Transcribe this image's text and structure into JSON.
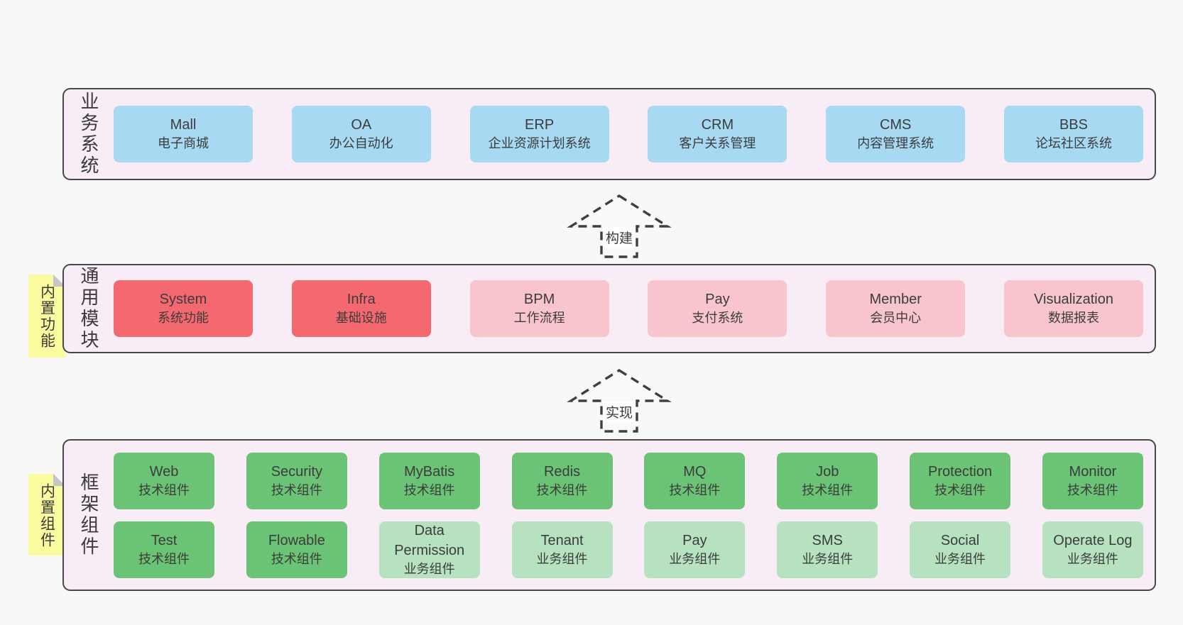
{
  "colors": {
    "page_bg": "#f8f8f8",
    "band_bg": "#f8edf6",
    "band_border": "#474747",
    "business_system_box": "#a8d9f2",
    "core_module_box": "#f4696f",
    "module_box": "#f9c5cd",
    "tech_component_box": "#6bc375",
    "biz_component_box": "#b7e2c0",
    "sticky_note": "#fafa9e",
    "sticky_fold": "#c6c6c6",
    "text": "#3c3c3c"
  },
  "arrows": {
    "build": "构建",
    "implement": "实现"
  },
  "bands": {
    "business": {
      "label": "业务系统",
      "boxes": [
        {
          "name": "Mall",
          "desc": "电子商城"
        },
        {
          "name": "OA",
          "desc": "办公自动化"
        },
        {
          "name": "ERP",
          "desc": "企业资源计划系统"
        },
        {
          "name": "CRM",
          "desc": "客户关系管理"
        },
        {
          "name": "CMS",
          "desc": "内容管理系统"
        },
        {
          "name": "BBS",
          "desc": "论坛社区系统"
        }
      ]
    },
    "modules": {
      "label": "通用模块",
      "sticky": "内置功能",
      "boxes": [
        {
          "name": "System",
          "desc": "系统功能"
        },
        {
          "name": "Infra",
          "desc": "基础设施"
        },
        {
          "name": "BPM",
          "desc": "工作流程"
        },
        {
          "name": "Pay",
          "desc": "支付系统"
        },
        {
          "name": "Member",
          "desc": "会员中心"
        },
        {
          "name": "Visualization",
          "desc": "数据报表"
        }
      ]
    },
    "framework": {
      "label": "框架组件",
      "sticky": "内置组件",
      "row1": [
        {
          "name": "Web",
          "desc": "技术组件"
        },
        {
          "name": "Security",
          "desc": "技术组件"
        },
        {
          "name": "MyBatis",
          "desc": "技术组件"
        },
        {
          "name": "Redis",
          "desc": "技术组件"
        },
        {
          "name": "MQ",
          "desc": "技术组件"
        },
        {
          "name": "Job",
          "desc": "技术组件"
        },
        {
          "name": "Protection",
          "desc": "技术组件"
        },
        {
          "name": "Monitor",
          "desc": "技术组件"
        }
      ],
      "row2": [
        {
          "name": "Test",
          "desc": "技术组件"
        },
        {
          "name": "Flowable",
          "desc": "技术组件"
        },
        {
          "name": "Data Permission",
          "desc": "业务组件"
        },
        {
          "name": "Tenant",
          "desc": "业务组件"
        },
        {
          "name": "Pay",
          "desc": "业务组件"
        },
        {
          "name": "SMS",
          "desc": "业务组件"
        },
        {
          "name": "Social",
          "desc": "业务组件"
        },
        {
          "name": "Operate Log",
          "desc": "业务组件"
        }
      ]
    }
  }
}
